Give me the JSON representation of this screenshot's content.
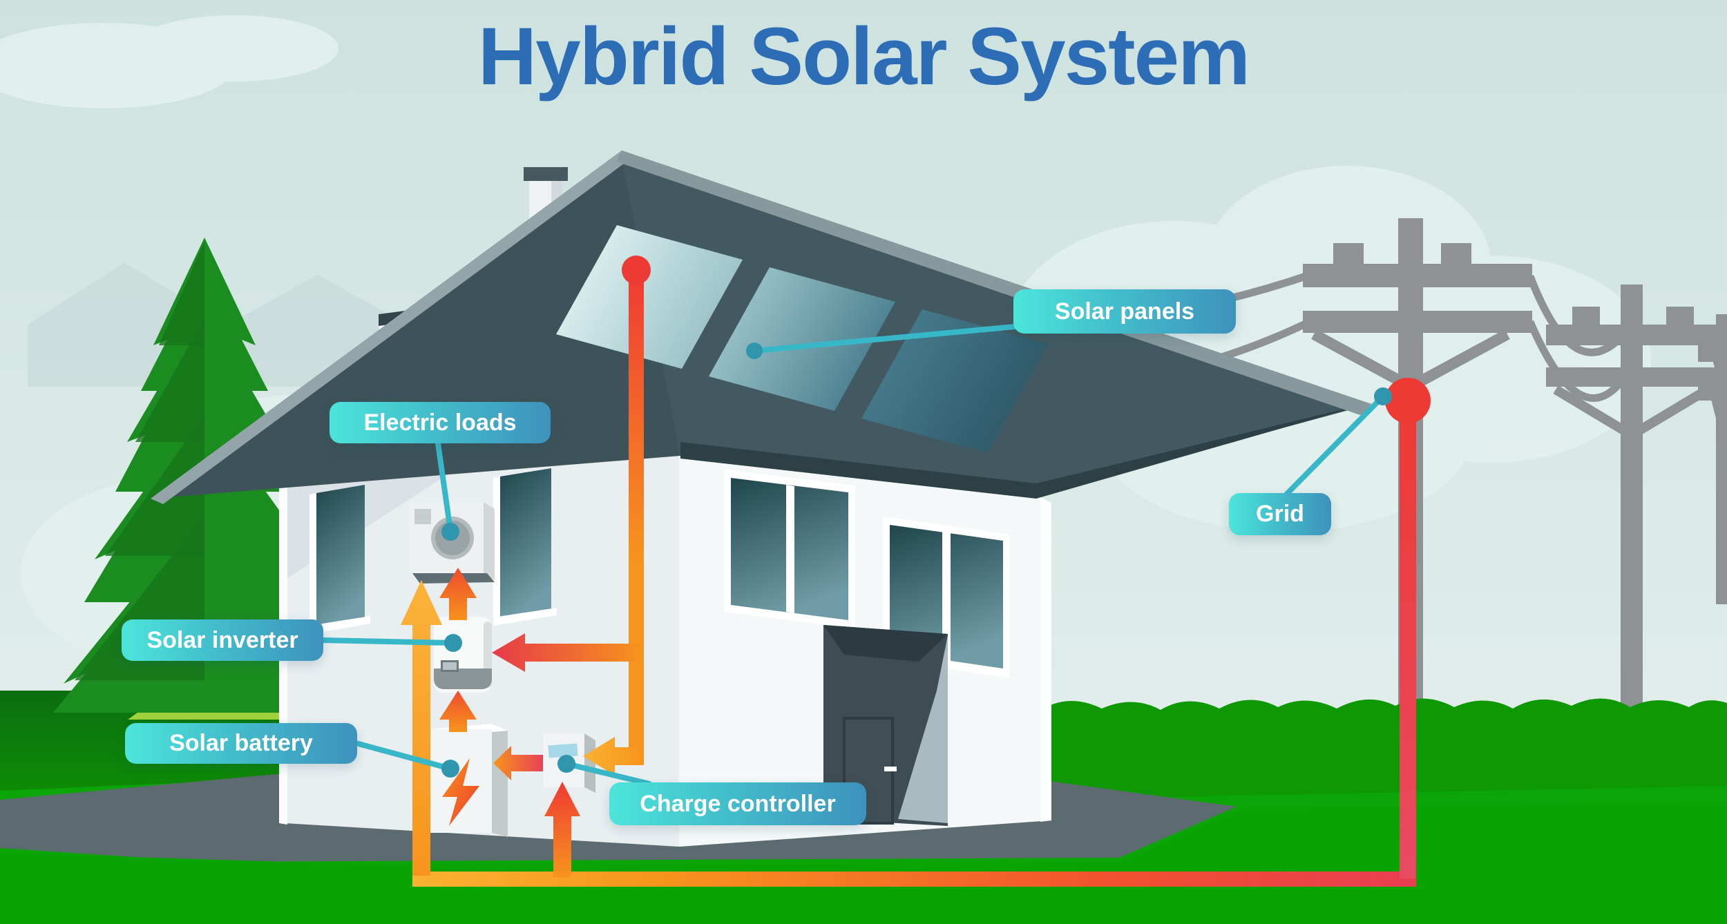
{
  "title": "Hybrid Solar System",
  "labels": {
    "solar_panels": "Solar panels",
    "electric_loads": "Electric loads",
    "solar_inverter": "Solar inverter",
    "solar_battery": "Solar battery",
    "charge_controller": "Charge controller",
    "grid": "Grid"
  },
  "icons": {
    "solar_battery": "lightning-bolt-icon",
    "electric_loads_unit": "fan-icon",
    "charge_controller_unit": "display-icon",
    "connection_points": "node-dot-icon"
  },
  "colors": {
    "title_blue": "#2d6db6",
    "badge_gradient_start": "#4ce5da",
    "badge_gradient_end": "#3e92bc",
    "connector_teal": "#38b7c8",
    "dc_line_red": "#ee3a34",
    "ac_line_orange": "#f7941d",
    "battery_line_yellow": "#f9b233",
    "grass_green": "#0ca508",
    "roof_slate": "#3d5359",
    "sky": "#d3e6e3"
  }
}
